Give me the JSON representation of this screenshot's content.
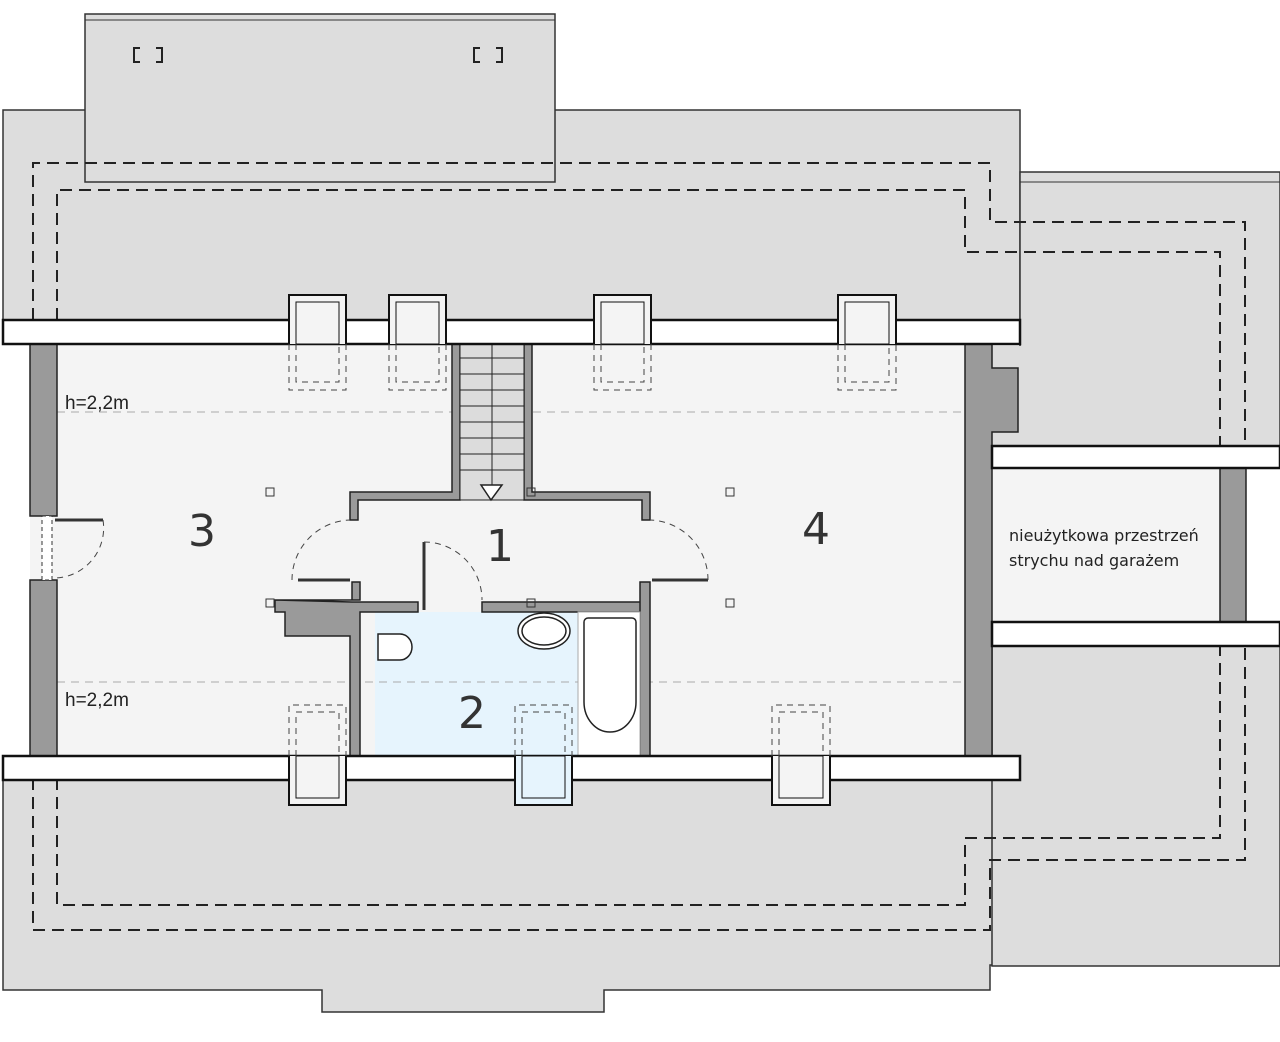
{
  "plan": {
    "rooms": [
      {
        "number": "1"
      },
      {
        "number": "2"
      },
      {
        "number": "3"
      },
      {
        "number": "4"
      }
    ],
    "height_labels": [
      "h=2,2m",
      "h=2,2m"
    ],
    "garage_note": [
      "nieużytkowa przestrzeń",
      "strychu nad garażem"
    ]
  },
  "colors": {
    "roof": "#dddddd",
    "floor": "#f4f4f4",
    "wall": "#9a9a9a",
    "bathroom": "#e6f4fd"
  }
}
